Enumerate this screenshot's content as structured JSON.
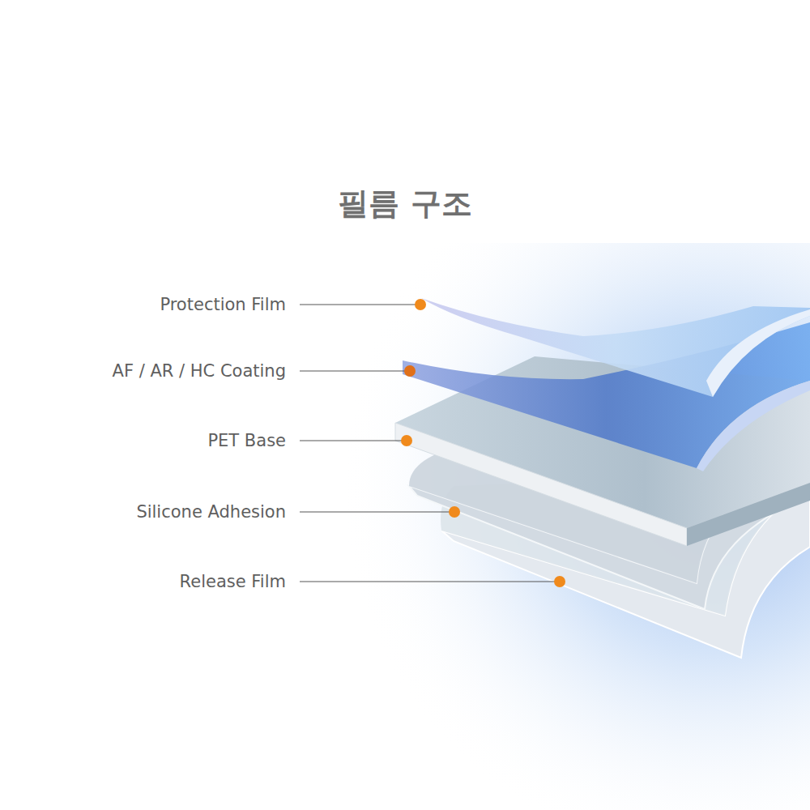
{
  "diagram": {
    "title": "필름 구조",
    "labels": [
      "Protection Film",
      "AF / AR / HC Coating",
      "PET Base",
      "Silicone Adhesion",
      "Release Film"
    ]
  }
}
